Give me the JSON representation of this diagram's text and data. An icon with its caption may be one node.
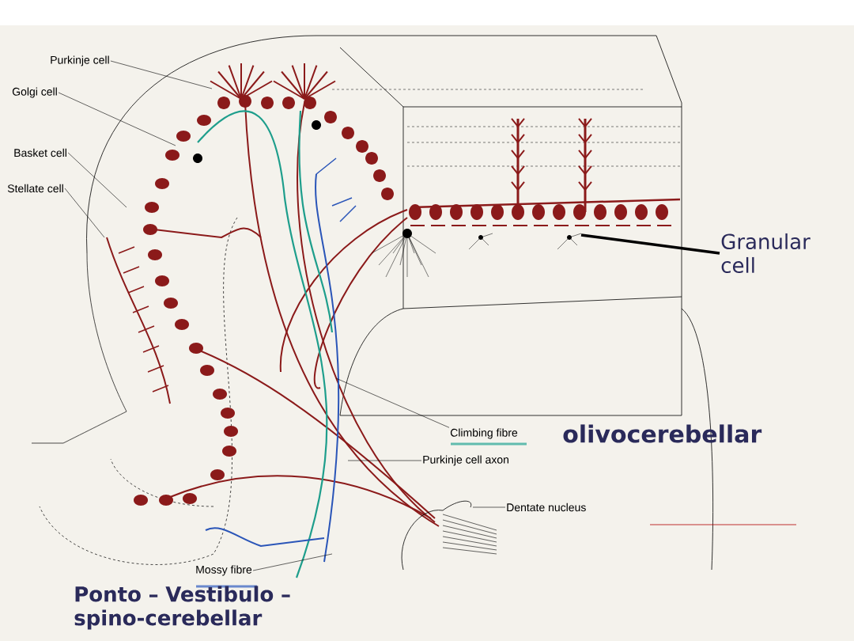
{
  "diagram": {
    "nodes": [
      {
        "text": [
          "Purkinje cell"
        ]
      },
      {
        "text": [
          "Golgi cell"
        ]
      },
      {
        "text": [
          "Basket cell"
        ]
      },
      {
        "text": [
          "Stellate cell"
        ]
      },
      {
        "text": [
          "Climbing fibre"
        ]
      },
      {
        "text": [
          "Purkinje cell axon"
        ]
      },
      {
        "text": [
          "Dentate nucleus"
        ]
      },
      {
        "text": [
          "Mossy fibre"
        ]
      },
      {
        "text": [
          "Granular cell"
        ]
      }
    ],
    "edges": [
      {
        "from": 0,
        "to": null,
        "arrow": "none"
      },
      {
        "from": 1,
        "to": null,
        "arrow": "none"
      },
      {
        "from": 2,
        "to": null,
        "arrow": "none"
      },
      {
        "from": 3,
        "to": null,
        "arrow": "none"
      },
      {
        "from": 4,
        "to": null,
        "arrow": "none"
      },
      {
        "from": 5,
        "to": null,
        "arrow": "none"
      },
      {
        "from": 6,
        "to": null,
        "arrow": "none"
      },
      {
        "from": 7,
        "to": null,
        "arrow": "none"
      },
      {
        "from": 8,
        "to": null,
        "arrow": "none",
        "style": "thick"
      }
    ],
    "labels": [
      "olivocerebellar",
      "Ponto – Vestibulo – spino-cerebellar"
    ]
  }
}
